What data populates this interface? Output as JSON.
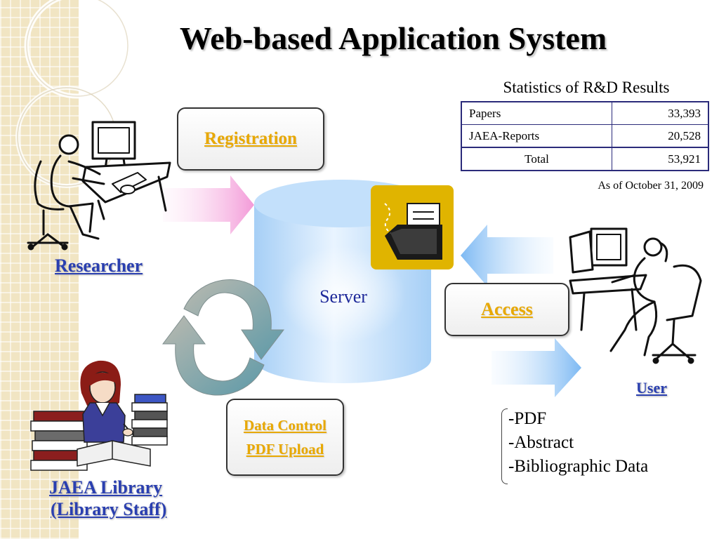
{
  "title": "Web-based Application System",
  "actors": {
    "researcher": "Researcher",
    "library_line1": "JAEA Library",
    "library_line2": "(Library Staff)",
    "user": "User"
  },
  "boxes": {
    "registration": "Registration",
    "access": "Access",
    "data_control": "Data Control",
    "pdf_upload": "PDF Upload"
  },
  "server": {
    "label": "Server"
  },
  "statistics": {
    "title": "Statistics of R&D Results",
    "rows": [
      {
        "label": "Papers",
        "value": "33,393"
      },
      {
        "label": "JAEA-Reports",
        "value": "20,528"
      }
    ],
    "total": {
      "label": "Total",
      "value": "53,921"
    },
    "as_of": "As of October 31, 2009"
  },
  "outputs": [
    "-PDF",
    "-Abstract",
    "-Bibliographic Data"
  ],
  "icons": {
    "researcher": "person-at-computer-icon",
    "user": "woman-at-computer-icon",
    "library_staff": "librarian-with-books-icon",
    "folder": "folder-with-document-icon",
    "cycle": "circular-arrows-icon"
  },
  "colors": {
    "link_blue": "#2a3fb0",
    "box_link_gold": "#e8a800",
    "server_blue": "#aad2f7",
    "folder_tile": "#e0b400",
    "pink_arrow": "#f4a6dc",
    "blue_arrow": "#8cc4f5"
  }
}
